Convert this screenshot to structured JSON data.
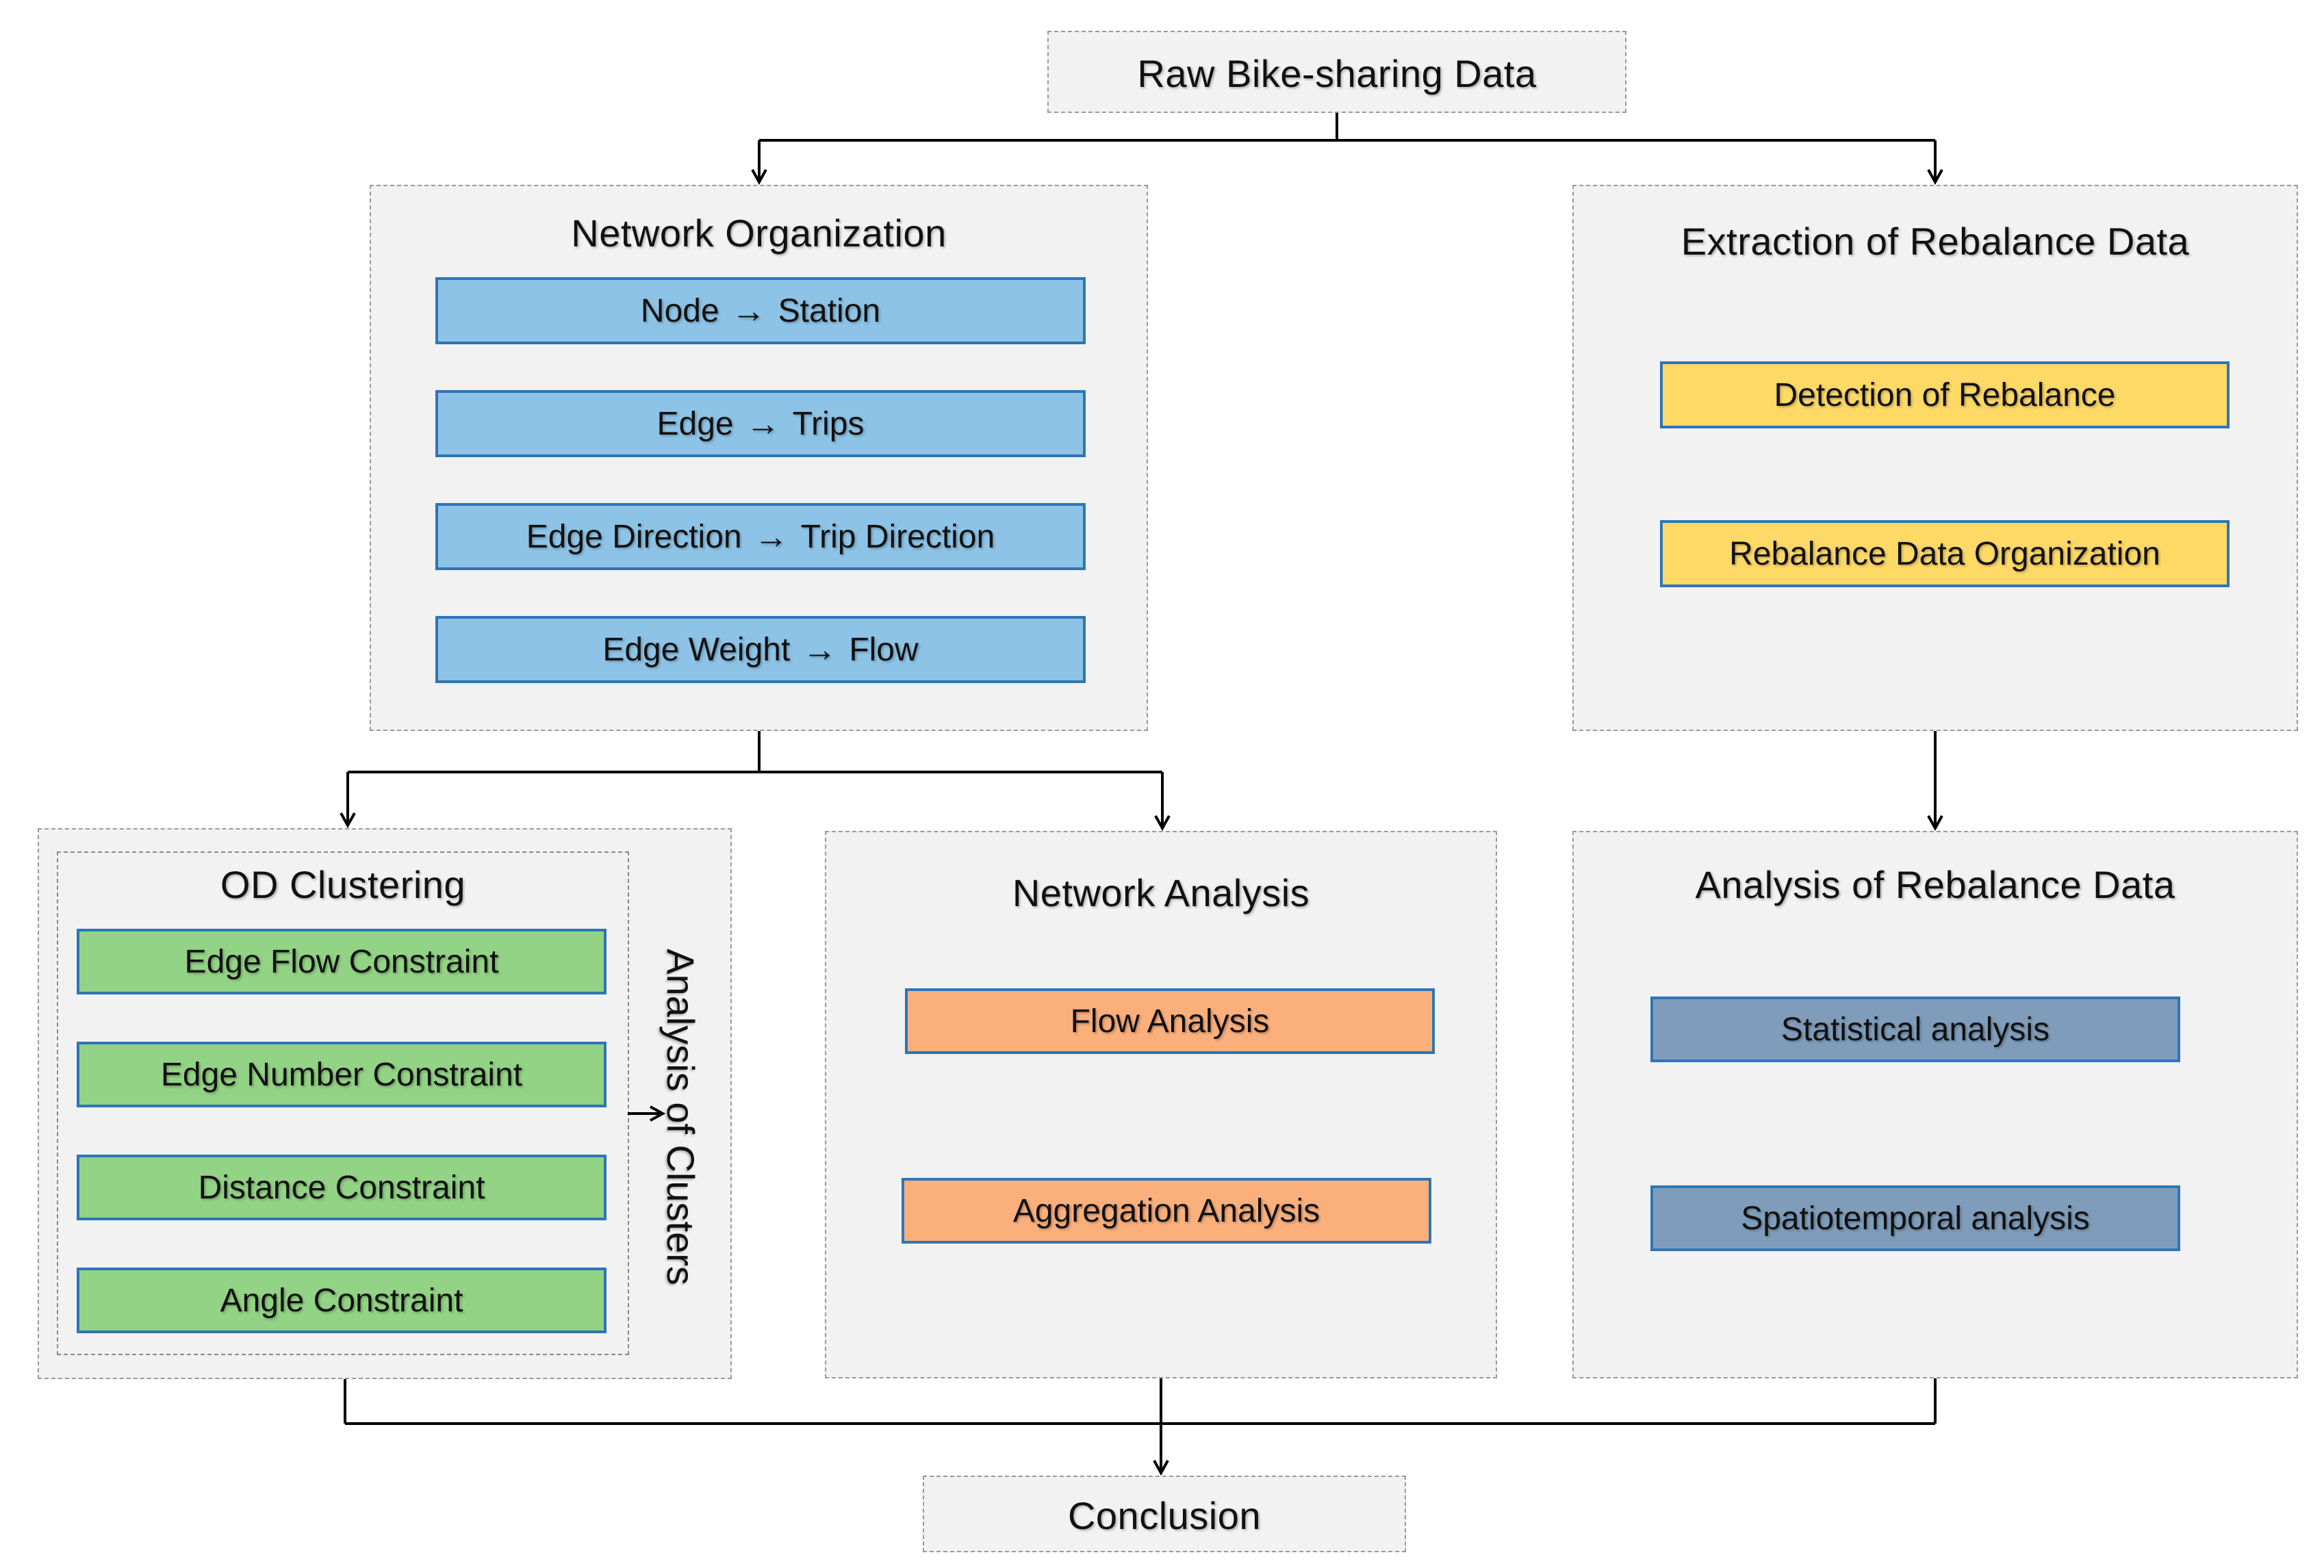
{
  "raw_data": {
    "label": "Raw Bike-sharing Data"
  },
  "network_organization": {
    "title": "Network Organization",
    "items": [
      {
        "left": "Node",
        "right": "Station"
      },
      {
        "left": "Edge",
        "right": "Trips"
      },
      {
        "left": "Edge Direction",
        "right": "Trip Direction"
      },
      {
        "left": "Edge Weight",
        "right": "Flow"
      }
    ]
  },
  "extraction": {
    "title": "Extraction of Rebalance Data",
    "items": [
      "Detection of Rebalance",
      "Rebalance Data Organization"
    ]
  },
  "od_clustering": {
    "title": "OD Clustering",
    "items": [
      "Edge Flow Constraint",
      "Edge Number Constraint",
      "Distance Constraint",
      "Angle Constraint"
    ],
    "side_label": "Analysis of Clusters"
  },
  "network_analysis": {
    "title": "Network Analysis",
    "items": [
      "Flow Analysis",
      "Aggregation Analysis"
    ]
  },
  "rebalance_analysis": {
    "title": "Analysis of Rebalance Data",
    "items": [
      "Statistical analysis",
      "Spatiotemporal analysis"
    ]
  },
  "conclusion": {
    "label": "Conclusion"
  },
  "arrow_symbol": "→",
  "colors": {
    "panel_bg": "#f2f2f2",
    "box_border": "#2e75b6",
    "blue": "#8dc3e6",
    "yellow": "#ffd966",
    "green": "#93d385",
    "orange": "#fbb07c",
    "slate": "#7f9dbb"
  }
}
